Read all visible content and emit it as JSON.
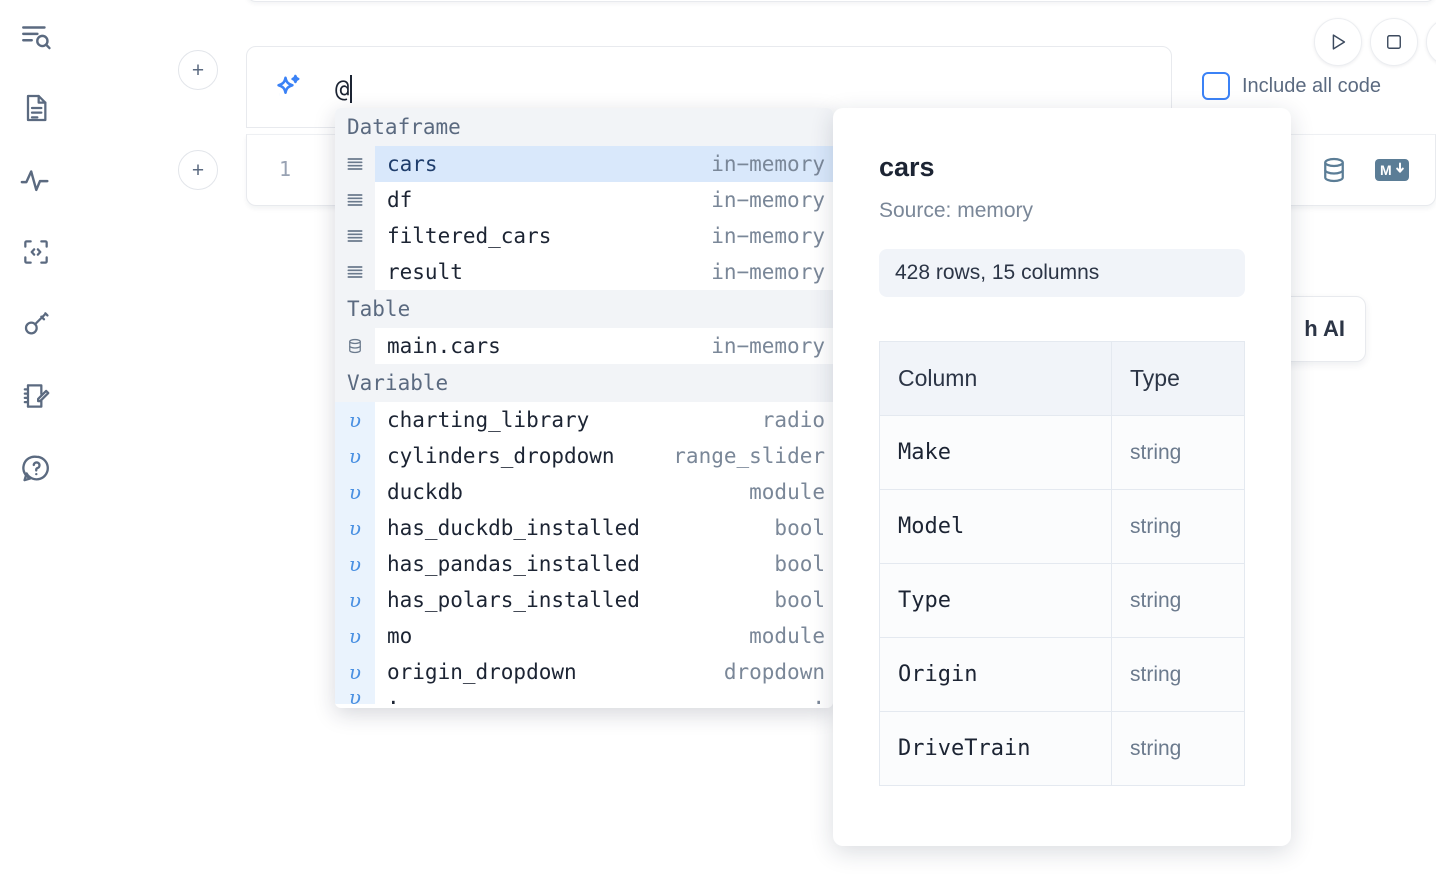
{
  "sidebar": {
    "items": [
      {
        "icon": "outline-search-icon",
        "name": "sidebar-item-explore"
      },
      {
        "icon": "document-icon",
        "name": "sidebar-item-files"
      },
      {
        "icon": "activity-pulse-icon",
        "name": "sidebar-item-variables"
      },
      {
        "icon": "code-snippet-icon",
        "name": "sidebar-item-snippets"
      },
      {
        "icon": "key-icon",
        "name": "sidebar-item-secrets"
      },
      {
        "icon": "notebook-edit-icon",
        "name": "sidebar-item-scratchpad"
      },
      {
        "icon": "help-chat-icon",
        "name": "sidebar-item-help"
      }
    ]
  },
  "toolbar": {
    "run_label": "▷",
    "stop_label": "□",
    "include_all_code_label": "Include all code"
  },
  "ai_cell": {
    "icon": "ai-sparkle-icon",
    "input_value": "@",
    "add_button_label": "+"
  },
  "code_cell": {
    "line_number": "1",
    "icons": [
      "database-icon",
      "markdown-icon"
    ]
  },
  "ai_card": {
    "label": "h AI"
  },
  "autocomplete": {
    "sections": [
      {
        "header": "Dataframe",
        "icon": "dataframe-rows-icon",
        "kind": "dataframe",
        "items": [
          {
            "name": "cars",
            "kind": "in−memory",
            "selected": true
          },
          {
            "name": "df",
            "kind": "in−memory",
            "selected": false
          },
          {
            "name": "filtered_cars",
            "kind": "in−memory",
            "selected": false
          },
          {
            "name": "result",
            "kind": "in−memory",
            "selected": false
          }
        ]
      },
      {
        "header": "Table",
        "icon": "database-icon",
        "kind": "table",
        "items": [
          {
            "name": "main.cars",
            "kind": "in−memory",
            "selected": false
          }
        ]
      },
      {
        "header": "Variable",
        "icon": "variable-icon",
        "kind": "variable",
        "items": [
          {
            "name": "charting_library",
            "kind": "radio",
            "selected": false
          },
          {
            "name": "cylinders_dropdown",
            "kind": "range_slider",
            "selected": false
          },
          {
            "name": "duckdb",
            "kind": "module",
            "selected": false
          },
          {
            "name": "has_duckdb_installed",
            "kind": "bool",
            "selected": false
          },
          {
            "name": "has_pandas_installed",
            "kind": "bool",
            "selected": false
          },
          {
            "name": "has_polars_installed",
            "kind": "bool",
            "selected": false
          },
          {
            "name": "mo",
            "kind": "module",
            "selected": false
          },
          {
            "name": "origin_dropdown",
            "kind": "dropdown",
            "selected": false
          }
        ]
      }
    ]
  },
  "preview": {
    "title": "cars",
    "source": "Source: memory",
    "shape": "428 rows, 15 columns",
    "columns_header": "Column",
    "type_header": "Type",
    "rows": [
      {
        "column": "Make",
        "type": "string"
      },
      {
        "column": "Model",
        "type": "string"
      },
      {
        "column": "Type",
        "type": "string"
      },
      {
        "column": "Origin",
        "type": "string"
      },
      {
        "column": "DriveTrain",
        "type": "string"
      }
    ]
  },
  "colors": {
    "accent_blue": "#3b82f6",
    "selection_blue": "#d9e8fb",
    "section_gray": "#f2f4f7",
    "text_dark": "#1c2433",
    "text_muted": "#7a8798"
  }
}
